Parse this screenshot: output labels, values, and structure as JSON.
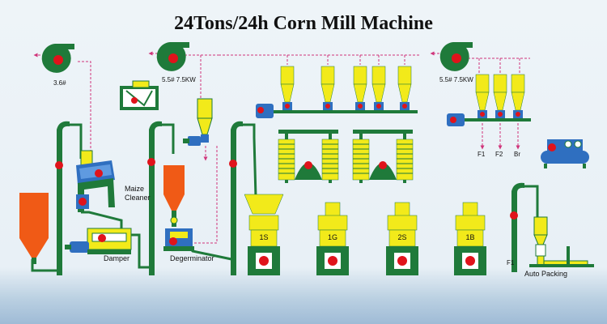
{
  "title": "24Tons/24h Corn Mill  Machine",
  "labels": {
    "fan_left": "3.6#",
    "fan_mid": "5.5# 7.5KW",
    "fan_right": "5.5# 7.5KW",
    "maize_cleaner": "Maize\nCleaner",
    "damper": "Damper",
    "degerminator": "Degerminator",
    "auto_packing": "Auto Packing",
    "f1_small": "F1"
  },
  "outlets": [
    "F1",
    "F2",
    "Br"
  ],
  "mills": [
    "1S",
    "1G",
    "2S",
    "1B"
  ],
  "colors": {
    "green": "#1f7a3a",
    "yellow": "#f2ea1a",
    "orange": "#f05a16",
    "red": "#e0131b",
    "blue": "#2f6fc0",
    "magenta": "#d0337a"
  }
}
